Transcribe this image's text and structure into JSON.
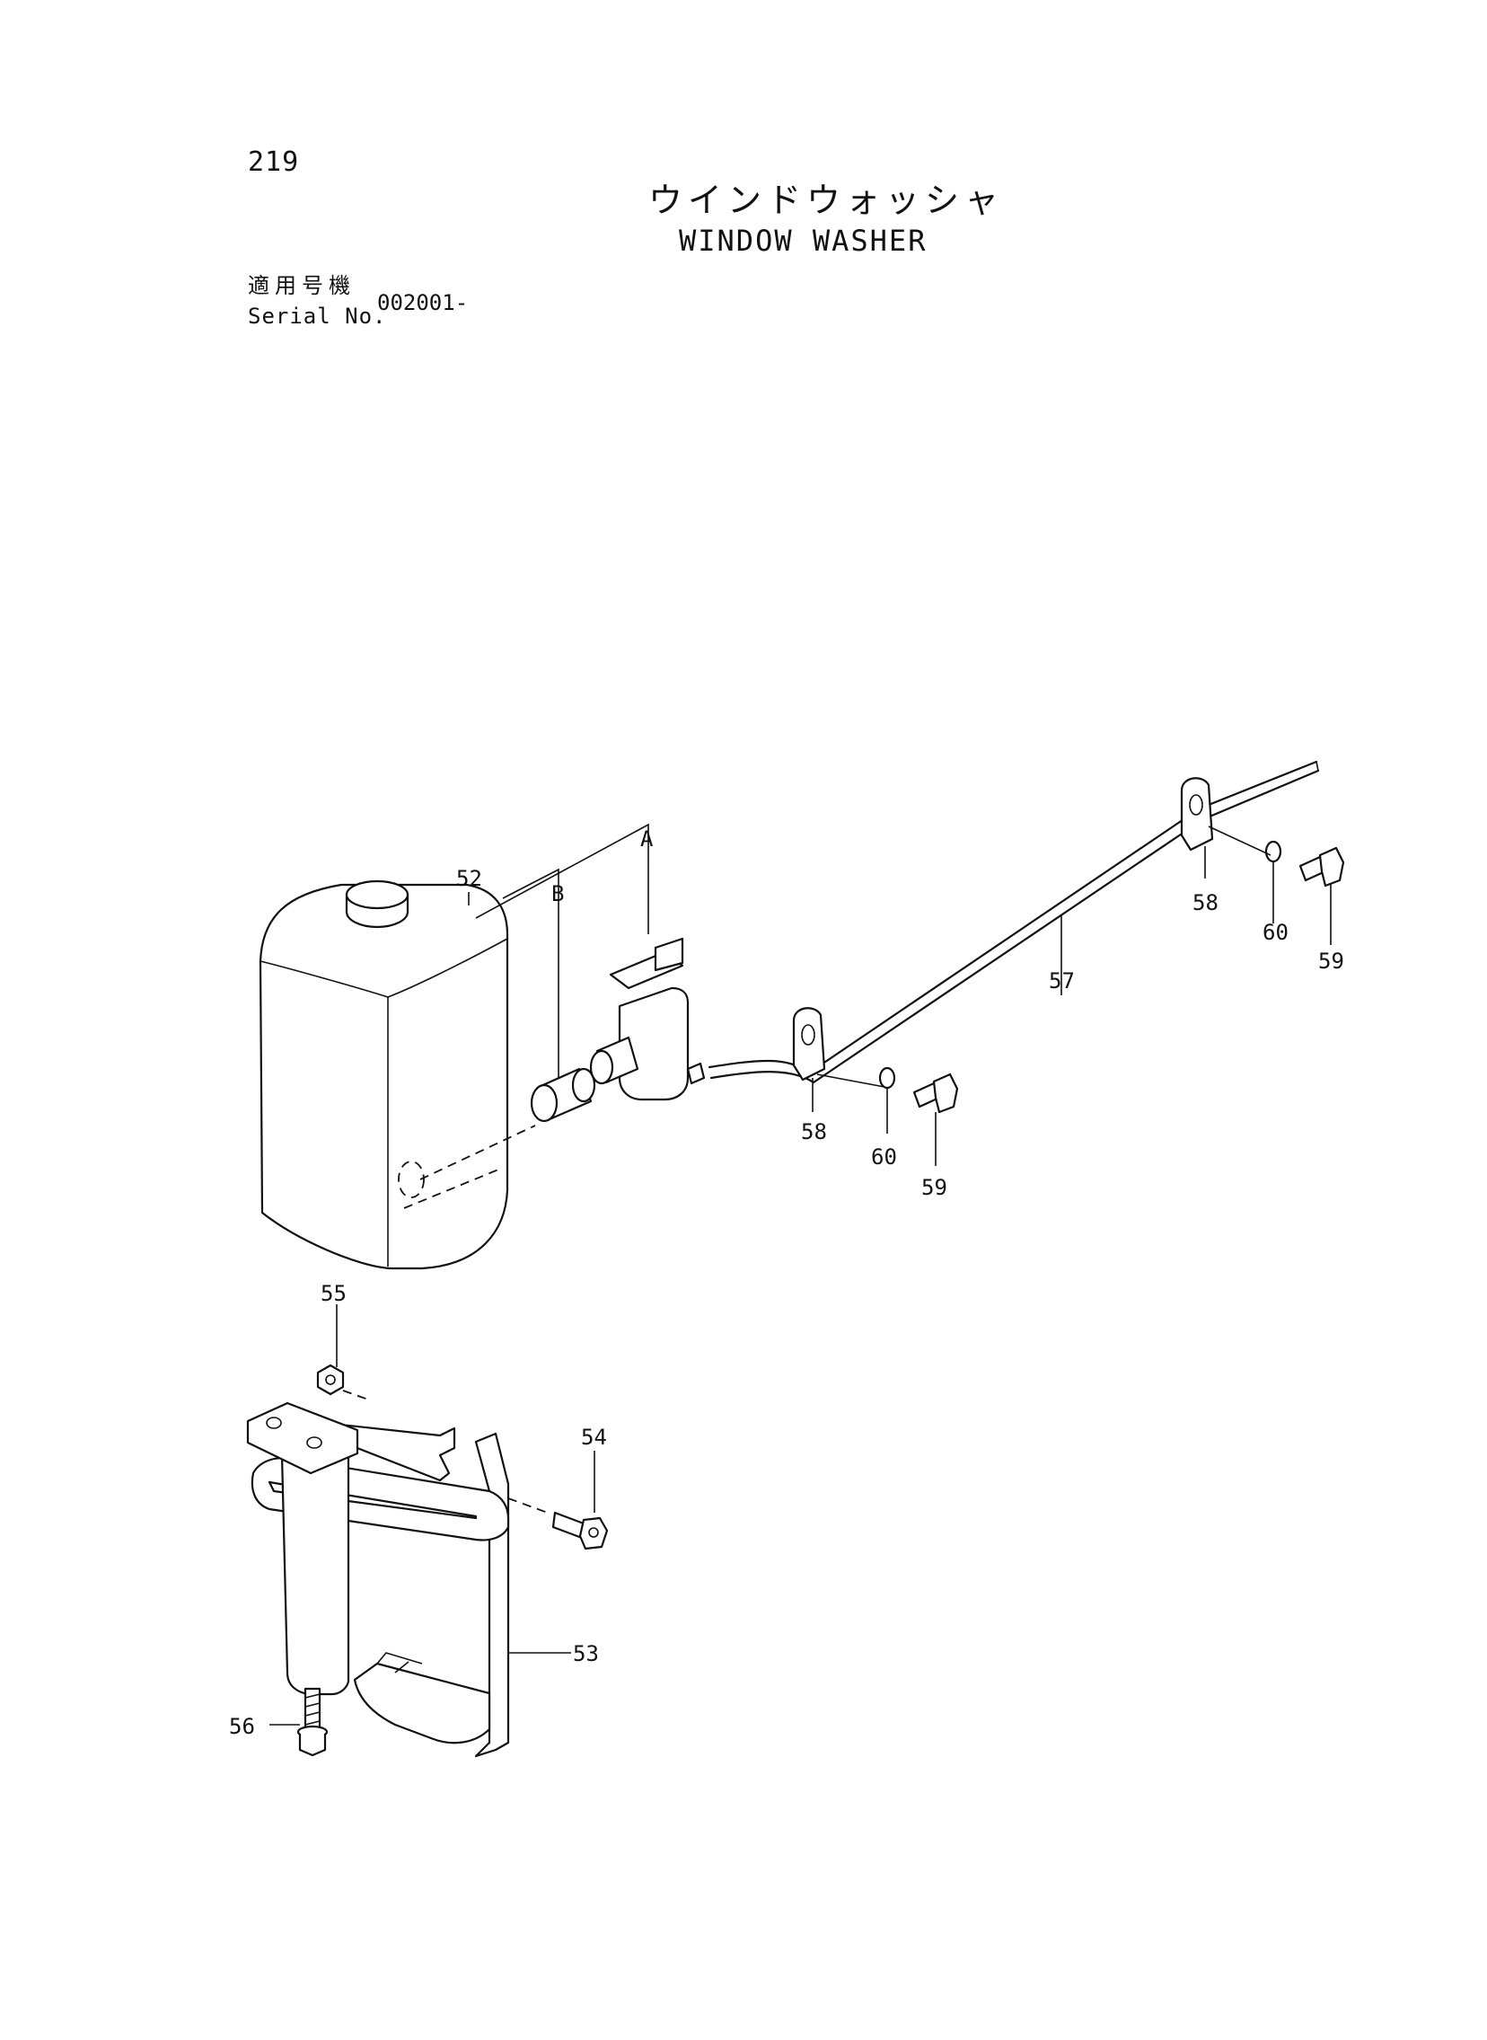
{
  "page_number": "219",
  "title_jp": "ウインドウォッシャ",
  "title_en": "WINDOW WASHER",
  "serial": {
    "label_jp": "適用号機",
    "label_en": "Serial No.",
    "value": "002001-"
  },
  "callouts": {
    "tank": "52",
    "bracket": "53",
    "bolt_bracket": "54",
    "nut": "55",
    "bolt_bottom": "56",
    "hose": "57",
    "clamp_left": "58",
    "clamp_right": "58",
    "bolt_left": "59",
    "bolt_right": "59",
    "washer_left": "60",
    "washer_right": "60",
    "ref_a": "A",
    "ref_b": "B"
  }
}
